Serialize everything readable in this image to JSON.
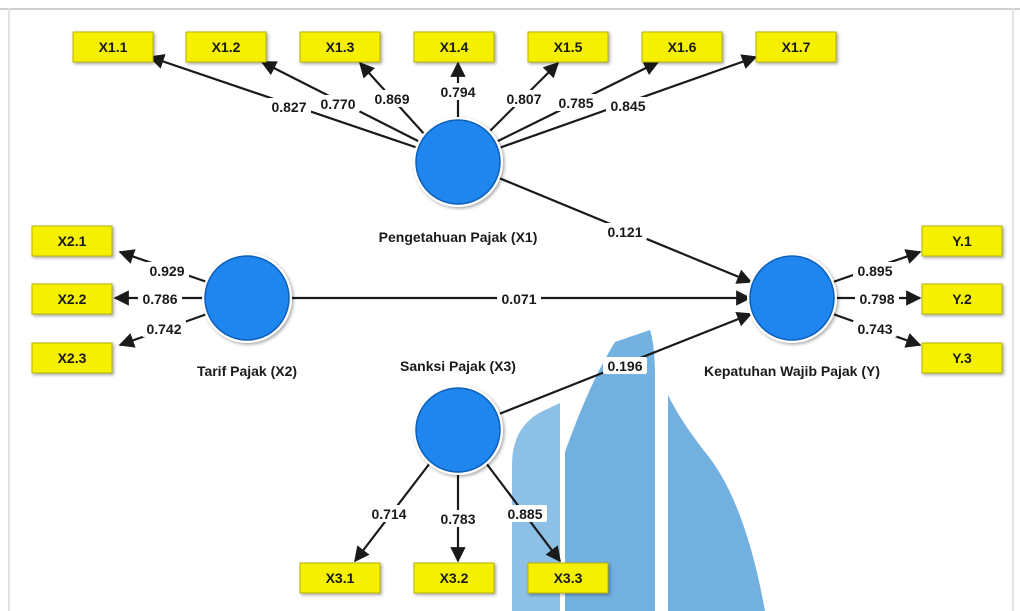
{
  "diagram": {
    "latent_variables": [
      {
        "id": "X1",
        "label": "Pengetahuan Pajak (X1)"
      },
      {
        "id": "X2",
        "label": "Tarif Pajak (X2)"
      },
      {
        "id": "X3",
        "label": "Sanksi Pajak (X3)"
      },
      {
        "id": "Y",
        "label": "Kepatuhan Wajib Pajak (Y)"
      }
    ],
    "indicators": [
      {
        "id": "X1.1",
        "label": "X1.1",
        "latent": "X1"
      },
      {
        "id": "X1.2",
        "label": "X1.2",
        "latent": "X1"
      },
      {
        "id": "X1.3",
        "label": "X1.3",
        "latent": "X1"
      },
      {
        "id": "X1.4",
        "label": "X1.4",
        "latent": "X1"
      },
      {
        "id": "X1.5",
        "label": "X1.5",
        "latent": "X1"
      },
      {
        "id": "X1.6",
        "label": "X1.6",
        "latent": "X1"
      },
      {
        "id": "X1.7",
        "label": "X1.7",
        "latent": "X1"
      },
      {
        "id": "X2.1",
        "label": "X2.1",
        "latent": "X2"
      },
      {
        "id": "X2.2",
        "label": "X2.2",
        "latent": "X2"
      },
      {
        "id": "X2.3",
        "label": "X2.3",
        "latent": "X2"
      },
      {
        "id": "X3.1",
        "label": "X3.1",
        "latent": "X3"
      },
      {
        "id": "X3.2",
        "label": "X3.2",
        "latent": "X3"
      },
      {
        "id": "X3.3",
        "label": "X3.3",
        "latent": "X3"
      },
      {
        "id": "Y.1",
        "label": "Y.1",
        "latent": "Y"
      },
      {
        "id": "Y.2",
        "label": "Y.2",
        "latent": "Y"
      },
      {
        "id": "Y.3",
        "label": "Y.3",
        "latent": "Y"
      }
    ],
    "outer_loadings": [
      {
        "latent": "X1",
        "indicator": "X1.1",
        "value": "0.827"
      },
      {
        "latent": "X1",
        "indicator": "X1.2",
        "value": "0.770"
      },
      {
        "latent": "X1",
        "indicator": "X1.3",
        "value": "0.869"
      },
      {
        "latent": "X1",
        "indicator": "X1.4",
        "value": "0.794"
      },
      {
        "latent": "X1",
        "indicator": "X1.5",
        "value": "0.807"
      },
      {
        "latent": "X1",
        "indicator": "X1.6",
        "value": "0.785"
      },
      {
        "latent": "X1",
        "indicator": "X1.7",
        "value": "0.845"
      },
      {
        "latent": "X2",
        "indicator": "X2.1",
        "value": "0.929"
      },
      {
        "latent": "X2",
        "indicator": "X2.2",
        "value": "0.786"
      },
      {
        "latent": "X2",
        "indicator": "X2.3",
        "value": "0.742"
      },
      {
        "latent": "X3",
        "indicator": "X3.1",
        "value": "0.714"
      },
      {
        "latent": "X3",
        "indicator": "X3.2",
        "value": "0.783"
      },
      {
        "latent": "X3",
        "indicator": "X3.3",
        "value": "0.885"
      },
      {
        "latent": "Y",
        "indicator": "Y.1",
        "value": "0.895"
      },
      {
        "latent": "Y",
        "indicator": "Y.2",
        "value": "0.798"
      },
      {
        "latent": "Y",
        "indicator": "Y.3",
        "value": "0.743"
      }
    ],
    "path_coefficients": [
      {
        "from": "X1",
        "to": "Y",
        "value": "0.121"
      },
      {
        "from": "X2",
        "to": "Y",
        "value": "0.071"
      },
      {
        "from": "X3",
        "to": "Y",
        "value": "0.196"
      }
    ],
    "colors": {
      "latent_fill": "#1f86f0",
      "latent_stroke": "#0d5fb8",
      "indicator_fill": "#f5f000",
      "indicator_stroke": "#b8b400",
      "arrow": "#1a1a1a",
      "watermark": "#6fb0e0"
    }
  }
}
